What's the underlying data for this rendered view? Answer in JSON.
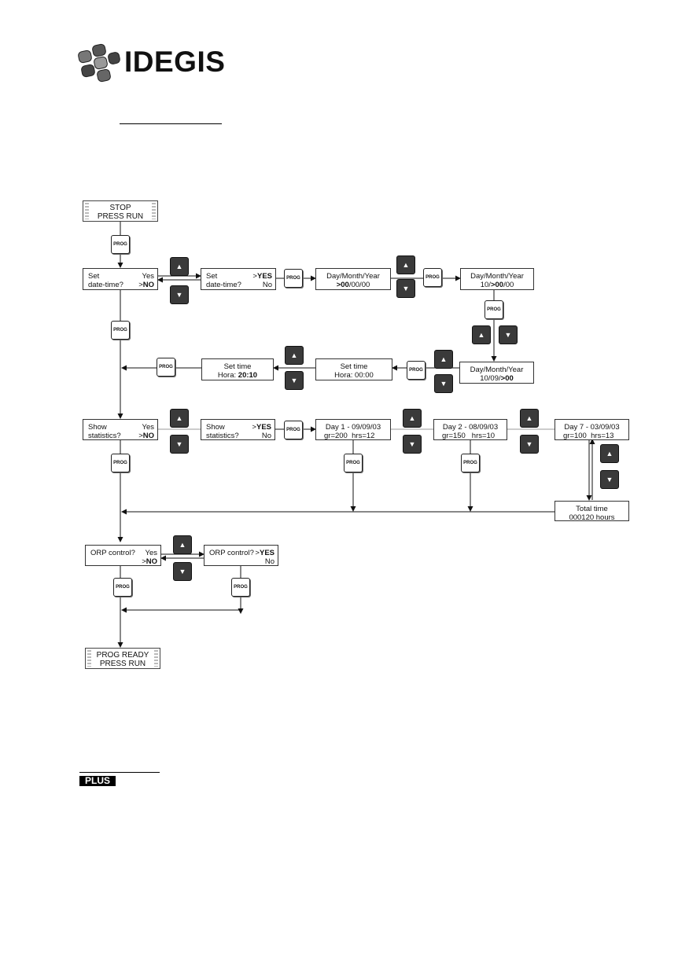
{
  "header": {
    "brand": "IDEGIS"
  },
  "footer": {
    "badge": "PLUS"
  },
  "buttons": {
    "prog_label": "PROG",
    "up_glyph": "▲",
    "down_glyph": "▼"
  },
  "nodes": {
    "stop": {
      "l1": "STOP",
      "l2": "PRESS RUN"
    },
    "set_dt_no": {
      "l1a": "Set",
      "l1b": "Yes",
      "l2a": "date-time?",
      "l2b_prefix": ">",
      "l2b_bold": "NO"
    },
    "set_dt_yes": {
      "l1a": "Set",
      "l1b_prefix": ">",
      "l1b_bold": "YES",
      "l2a": "date-time?",
      "l2b": "No"
    },
    "dmy_1": {
      "l1": "Day/Month/Year",
      "l2_bold": ">00",
      "l2_rest": "/00/00"
    },
    "dmy_2": {
      "l1": "Day/Month/Year",
      "l2_pre": "10/",
      "l2_bold": ">00",
      "l2_rest": "/00"
    },
    "dmy_3": {
      "l1": "Day/Month/Year",
      "l2_pre": "10/09/",
      "l2_bold": ">00"
    },
    "set_time_1": {
      "l1": "Set time",
      "l2": "Hora: 00:00"
    },
    "set_time_2": {
      "l1": "Set time",
      "l2_pre": "Hora: ",
      "l2_bold": "20:10"
    },
    "stats_no": {
      "l1a": "Show",
      "l1b": "Yes",
      "l2a": "statistics?",
      "l2b_prefix": ">",
      "l2b_bold": "NO"
    },
    "stats_yes": {
      "l1a": "Show",
      "l1b_prefix": ">",
      "l1b_bold": "YES",
      "l2a": "statistics?",
      "l2b": "No"
    },
    "day1": {
      "l1": "Day 1 - 09/09/03",
      "l2a": "gr=200",
      "l2b": "hrs=12"
    },
    "day2": {
      "l1": "Day 2 - 08/09/03",
      "l2a": "gr=150",
      "l2b": "hrs=10"
    },
    "day7": {
      "l1": "Day 7 - 03/09/03",
      "l2a": "gr=100",
      "l2b": "hrs=13"
    },
    "total": {
      "l1": "Total time",
      "l2": "000120 hours"
    },
    "orp_no": {
      "l1a": "ORP control?",
      "l1b": "Yes",
      "l2b_prefix": ">",
      "l2b_bold": "NO"
    },
    "orp_yes": {
      "l1a": "ORP control?",
      "l1b_prefix": ">",
      "l1b_bold": "YES",
      "l2b": "No"
    },
    "ready": {
      "l1": "PROG READY",
      "l2": "PRESS RUN"
    }
  }
}
